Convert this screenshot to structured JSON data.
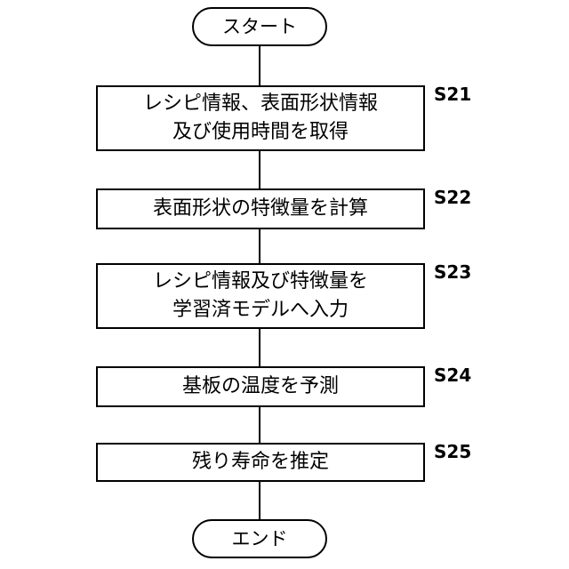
{
  "flowchart": {
    "start": "スタート",
    "end": "エンド",
    "steps": [
      {
        "id": "S21",
        "lines": [
          "レシピ情報、表面形状情報",
          "及び使用時間を取得"
        ]
      },
      {
        "id": "S22",
        "lines": [
          "表面形状の特徴量を計算"
        ]
      },
      {
        "id": "S23",
        "lines": [
          "レシピ情報及び特徴量を",
          "学習済モデルへ入力"
        ]
      },
      {
        "id": "S24",
        "lines": [
          "基板の温度を予測"
        ]
      },
      {
        "id": "S25",
        "lines": [
          "残り寿命を推定"
        ]
      }
    ]
  }
}
